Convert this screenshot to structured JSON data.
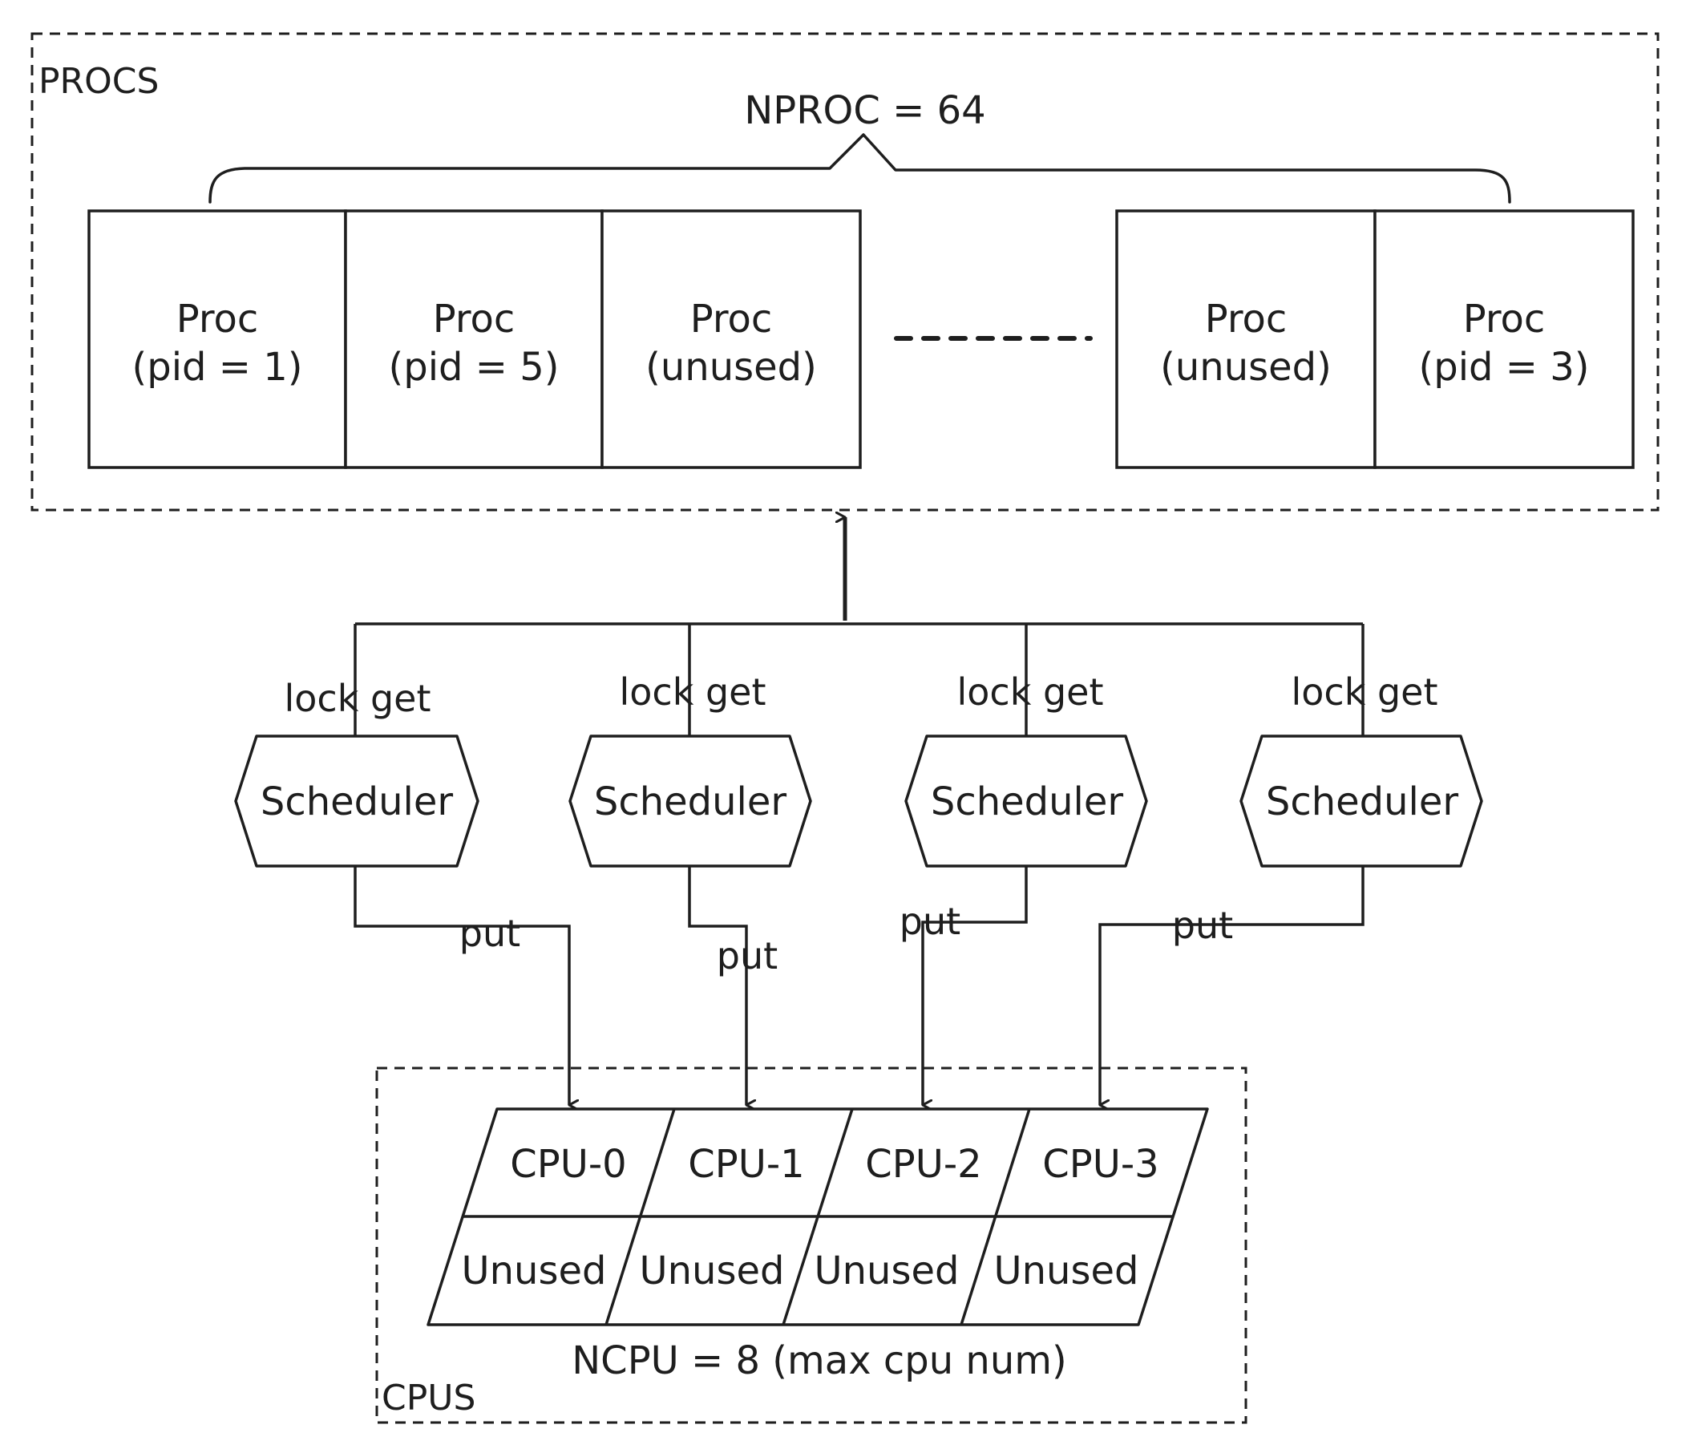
{
  "procs": {
    "title": "PROCS",
    "count_label": "NPROC = 64",
    "slots": [
      {
        "line1": "Proc",
        "line2": "(pid = 1)"
      },
      {
        "line1": "Proc",
        "line2": "(pid = 5)"
      },
      {
        "line1": "Proc",
        "line2": "(unused)"
      },
      {
        "line1": "Proc",
        "line2": "(unused)"
      },
      {
        "line1": "Proc",
        "line2": "(pid = 3)"
      }
    ]
  },
  "schedulers": [
    {
      "label": "Scheduler",
      "lock_label": "lock get",
      "put_label": "put"
    },
    {
      "label": "Scheduler",
      "lock_label": "lock get",
      "put_label": "put"
    },
    {
      "label": "Scheduler",
      "lock_label": "lock get",
      "put_label": "put"
    },
    {
      "label": "Scheduler",
      "lock_label": "lock get",
      "put_label": "put"
    }
  ],
  "cpus": {
    "title": "CPUS",
    "count_label": "NCPU = 8  (max cpu num)",
    "top_row": [
      "CPU-0",
      "CPU-1",
      "CPU-2",
      "CPU-3"
    ],
    "bottom_row": [
      "Unused",
      "Unused",
      "Unused",
      "Unused"
    ]
  }
}
